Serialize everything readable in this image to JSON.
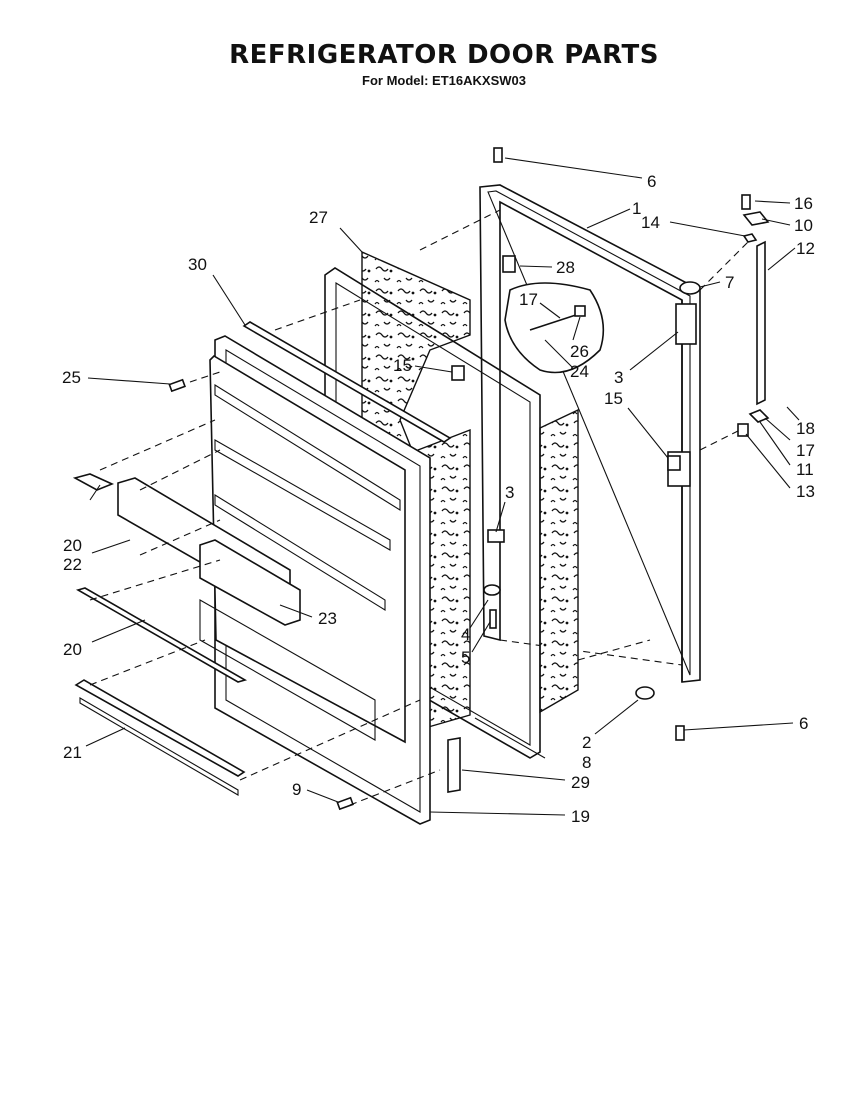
{
  "header": {
    "title": "REFRIGERATOR DOOR PARTS",
    "subtitle": "For Model: ET16AKXSW03"
  },
  "callouts": [
    {
      "id": "c-6a",
      "text": "6"
    },
    {
      "id": "c-1",
      "text": "1"
    },
    {
      "id": "c-16",
      "text": "16"
    },
    {
      "id": "c-14",
      "text": "14"
    },
    {
      "id": "c-10",
      "text": "10"
    },
    {
      "id": "c-12",
      "text": "12"
    },
    {
      "id": "c-27",
      "text": "27"
    },
    {
      "id": "c-28",
      "text": "28"
    },
    {
      "id": "c-7",
      "text": "7"
    },
    {
      "id": "c-30",
      "text": "30"
    },
    {
      "id": "c-17a",
      "text": "17"
    },
    {
      "id": "c-26",
      "text": "26"
    },
    {
      "id": "c-24",
      "text": "24"
    },
    {
      "id": "c-3a",
      "text": "3"
    },
    {
      "id": "c-15a",
      "text": "15"
    },
    {
      "id": "c-25",
      "text": "25"
    },
    {
      "id": "c-15b",
      "text": "15"
    },
    {
      "id": "c-18",
      "text": "18"
    },
    {
      "id": "c-17b",
      "text": "17"
    },
    {
      "id": "c-11",
      "text": "11"
    },
    {
      "id": "c-13",
      "text": "13"
    },
    {
      "id": "c-3b",
      "text": "3"
    },
    {
      "id": "c-20a",
      "text": "20"
    },
    {
      "id": "c-22",
      "text": "22"
    },
    {
      "id": "c-23",
      "text": "23"
    },
    {
      "id": "c-4",
      "text": "4"
    },
    {
      "id": "c-5",
      "text": "5"
    },
    {
      "id": "c-20b",
      "text": "20"
    },
    {
      "id": "c-21",
      "text": "21"
    },
    {
      "id": "c-6b",
      "text": "6"
    },
    {
      "id": "c-2",
      "text": "2"
    },
    {
      "id": "c-8",
      "text": "8"
    },
    {
      "id": "c-29",
      "text": "29"
    },
    {
      "id": "c-9",
      "text": "9"
    },
    {
      "id": "c-19",
      "text": "19"
    }
  ]
}
